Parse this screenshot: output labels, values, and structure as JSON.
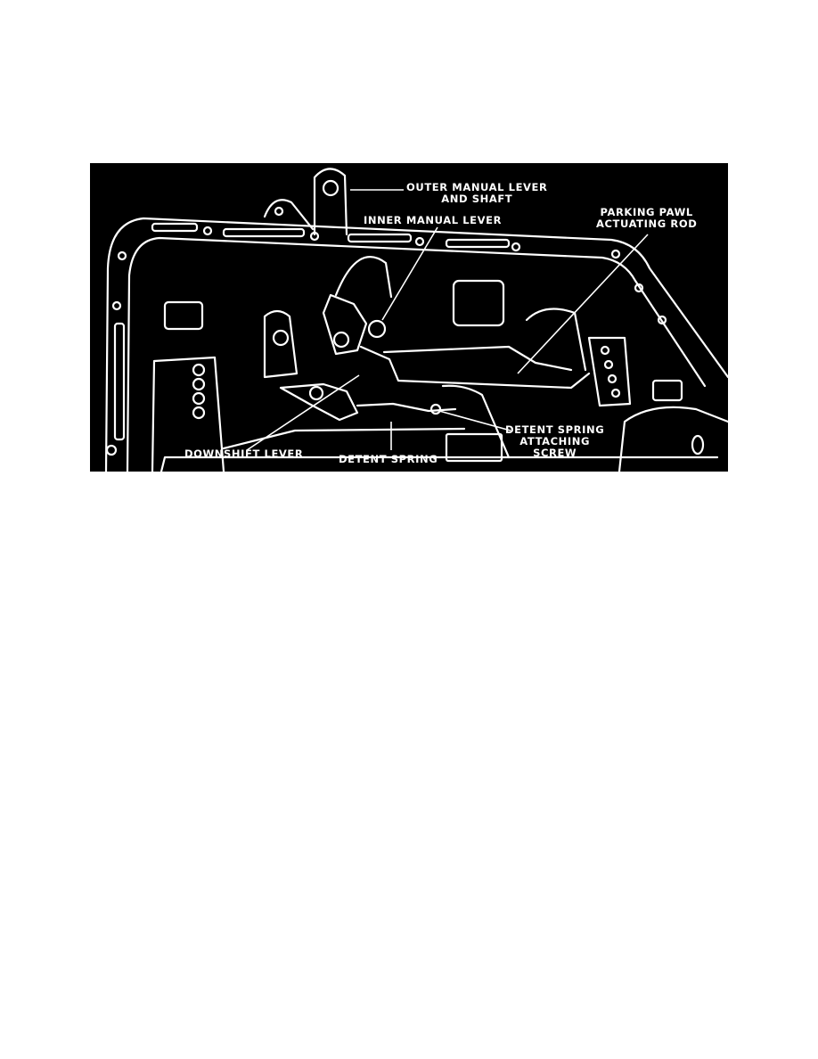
{
  "figure": {
    "background": "#000000",
    "ink": "#ffffff",
    "labels": {
      "outer_manual_lever": {
        "line1": "OUTER MANUAL LEVER",
        "line2": "AND SHAFT"
      },
      "inner_manual_lever": "INNER MANUAL LEVER",
      "parking_pawl_actuating_rod": {
        "line1": "PARKING PAWL",
        "line2": "ACTUATING ROD"
      },
      "downshift_lever": "DOWNSHIFT LEVER",
      "detent_spring": "DETENT SPRING",
      "detent_spring_attaching_screw": {
        "line1": "DETENT SPRING",
        "line2": "ATTACHING",
        "line3": "SCREW"
      }
    }
  }
}
